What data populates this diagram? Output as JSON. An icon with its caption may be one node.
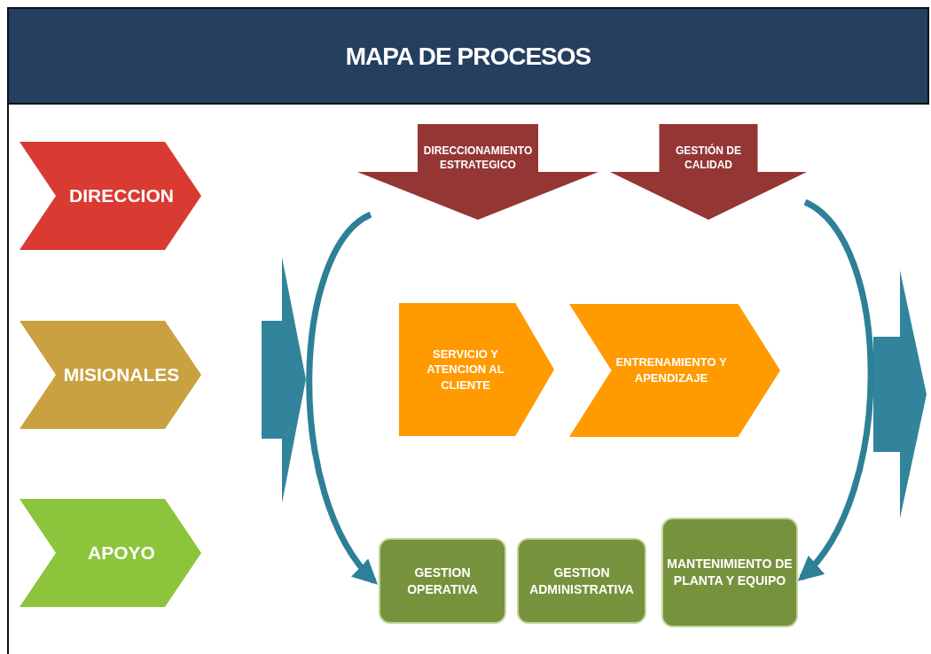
{
  "diagram": {
    "title": "MAPA DE PROCESOS",
    "nodes": [
      {
        "text": [
          "DIRECCION"
        ]
      },
      {
        "text": [
          "MISIONALES"
        ]
      },
      {
        "text": [
          "APOYO"
        ]
      },
      {
        "text": [
          "DIRECCIONAMIENTO ESTRATEGICO"
        ]
      },
      {
        "text": [
          "GESTIÓN DE CALIDAD"
        ]
      },
      {
        "text": [
          "SERVICIO Y ATENCION AL CLIENTE"
        ]
      },
      {
        "text": [
          "ENTRENAMIENTO Y APENDIZAJE"
        ]
      },
      {
        "text": [
          "GESTION OPERATIVA"
        ]
      },
      {
        "text": [
          "GESTION ADMINISTRATIVA"
        ]
      },
      {
        "text": [
          "MANTENIMIENTO DE PLANTA Y EQUIPO"
        ]
      }
    ],
    "edges": [
      {
        "from": null,
        "to": 7,
        "arrow": "to"
      },
      {
        "from": null,
        "to": 9,
        "arrow": "to"
      }
    ]
  }
}
